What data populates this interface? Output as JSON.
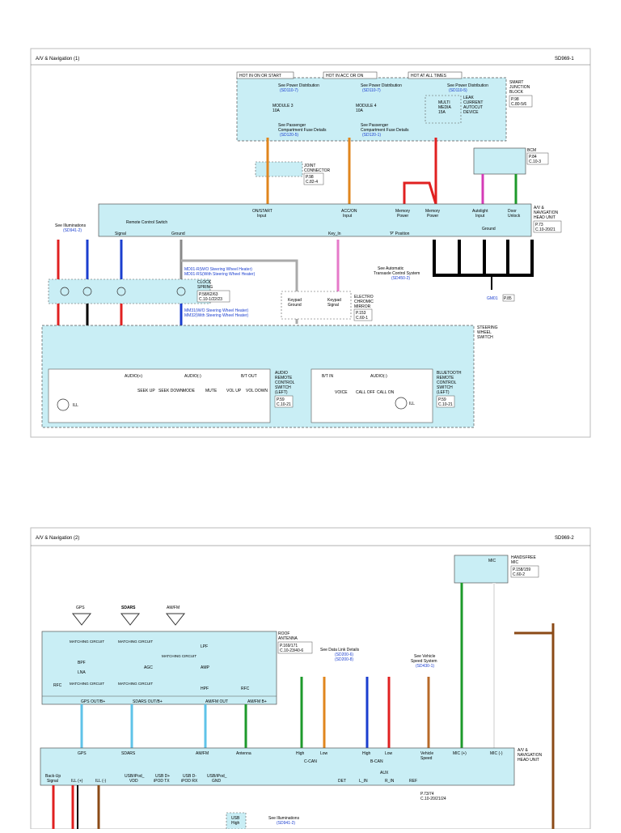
{
  "page1": {
    "header_left": "A/V & Navigation (1)",
    "header_right": "SD969-1",
    "hot_labels": [
      "HOT IN ON OR START",
      "HOT IN ACC OR ON",
      "HOT AT ALL TIMES"
    ],
    "see_power": "See Power Distribution",
    "sd110_7": "(SD110-7)",
    "sd110_5": "(SD110-5)",
    "module3": [
      "MODULE 3",
      "10A"
    ],
    "module4": [
      "MODULE 4",
      "10A"
    ],
    "multimedia": [
      "MULTI",
      "MEDIA",
      "15A"
    ],
    "leak": [
      "LEAK",
      "CURRENT",
      "AUTOCUT",
      "DEVICE"
    ],
    "smart_junction": [
      "SMART",
      "JUNCTION",
      "BLOCK"
    ],
    "sjb_ref": [
      "P.98",
      "C.80-5/6"
    ],
    "see_passenger": [
      "See Passenger",
      "Compartment Fuse Details"
    ],
    "sd120_5": "(SD120-5)",
    "sd120_1": "(SD120-1)",
    "bcm": "BCM",
    "bcm_ref": [
      "P.84",
      "C.10-3"
    ],
    "joint_connector": [
      "JOINT",
      "CONNECTOR"
    ],
    "joint_ref": [
      "P.98",
      "C.82-4"
    ],
    "head_unit": [
      "A/V &",
      "NAVIGATION",
      "HEAD UNIT"
    ],
    "head_ref": [
      "P.73",
      "C.10-20/21"
    ],
    "inputs": [
      "ON/START",
      "ACC/ON",
      "Memory",
      "Memory",
      "Autolight",
      "Door"
    ],
    "inputs2": [
      "Input",
      "Input",
      "Power",
      "Power",
      "Input",
      "Unlock"
    ],
    "remote_control_switch": "Remote Control Switch",
    "signal": "Signal",
    "ground": "Ground",
    "key_in": "Key_In",
    "p_position": "'P' Position",
    "see_illuminations": "See Illuminations",
    "sd941_2": "(SD941-2)",
    "md01": "MD01-R(W/O Steering Wheel Heater)",
    "md01s": "MD01-RS(With Steering Wheel Heater)",
    "clock_spring": [
      "CLOCK",
      "SPRING"
    ],
    "clock_ref": [
      "P.58/62/63",
      "C.10-1/22/23"
    ],
    "mm31": "MM31(W/O Steering Wheel Heater)",
    "mm32": "MM32(With Steering Wheel Heater)",
    "see_transaxle": [
      "See Automatic",
      "Transaxle Control System"
    ],
    "sd450_2": "(SD450-2)",
    "keypad": [
      "Keypad",
      "Ground",
      "Keypad",
      "Signal"
    ],
    "electro": [
      "ELECTRO",
      "CHROMIC",
      "MIRROR"
    ],
    "electro_ref": [
      "P.153",
      "C.60-1"
    ],
    "steering_wheel": [
      "STEERING",
      "WHEEL",
      "SWITCH"
    ],
    "audio_remote": [
      "AUDIO",
      "REMOTE",
      "CONTROL",
      "SWITCH",
      "(LEFT)"
    ],
    "audio_ref": [
      "P.59",
      "C.10-21"
    ],
    "bt_remote": [
      "BLUETOOTH",
      "REMOTE",
      "CONTROL",
      "SWITCH",
      "(LEFT)"
    ],
    "bt_ref": [
      "P.59",
      "C.10-21"
    ],
    "switch_labels": [
      "AUDIO(+)",
      "AUDIO(-)",
      "B/T OUT",
      "B/T IN",
      "AUDIO(-)"
    ],
    "buttons_left": [
      "SEEK UP",
      "SEEK DOWN",
      "MODE",
      "MUTE",
      "VOL UP",
      "VOL DOWN"
    ],
    "buttons_right": [
      "VOICE",
      "CALL OFF",
      "CALL ON"
    ],
    "ill": "ILL",
    "gm01": "GM01",
    "gm01_ref": "P.85"
  },
  "page2": {
    "header_left": "A/V & Navigation (2)",
    "header_right": "SD969-2",
    "handsfree": [
      "HANDSFREE",
      "MIC"
    ],
    "handsfree_ref": [
      "P.158/159",
      "C.60-2"
    ],
    "mic": "MIC",
    "antennas": [
      "GPS",
      "SDARS",
      "AM/FM"
    ],
    "roof_antenna": [
      "ROOF",
      "ANTENNA"
    ],
    "roof_ref": [
      "P.169/171",
      "C.10-23/40-6"
    ],
    "data_link": [
      "See Data Link Details",
      "(SD200-6)",
      "(SD200-8)"
    ],
    "vehicle_speed": [
      "See Vehicle",
      "Speed System",
      "(SD430-1)"
    ],
    "matching": "MATCHING CIRCUIT",
    "blocks": [
      "BPF",
      "LNA",
      "RFC",
      "AGC",
      "LPF",
      "HPF",
      "AMP"
    ],
    "outs": [
      "GPS OUT/B+",
      "SDARS OUT/B+",
      "AM/FM OUT",
      "AM/FM B+"
    ],
    "head_inputs": [
      "GPS",
      "SDARS",
      "AM/FM",
      "Antenna",
      "High",
      "Low",
      "High",
      "Low",
      "Vehicle",
      "MIC (+)",
      "MIC (-)"
    ],
    "can_labels": [
      "C-CAN",
      "B-CAN",
      "Speed"
    ],
    "bottom_labels": [
      "Back-Up",
      "ILL (+)",
      "ILL (-)",
      "USB/iPod_",
      "USB D+",
      "USB D-",
      "USB/iPod_"
    ],
    "bottom_labels2": [
      "Signal",
      "",
      "",
      "VDD",
      "iPOD TX",
      "iPOD RX",
      "GND"
    ],
    "aux": "AUX",
    "aux_pins": [
      "DET",
      "L_IN",
      "R_IN",
      "REF"
    ],
    "head_unit": [
      "A/V &",
      "NAVIGATION",
      "HEAD UNIT"
    ],
    "head_ref": [
      "P.73/74",
      "C.10-20/21/24"
    ],
    "see_illum": [
      "See Illuminations",
      "(SD941-2)"
    ],
    "usb": [
      "USB",
      "High"
    ]
  }
}
